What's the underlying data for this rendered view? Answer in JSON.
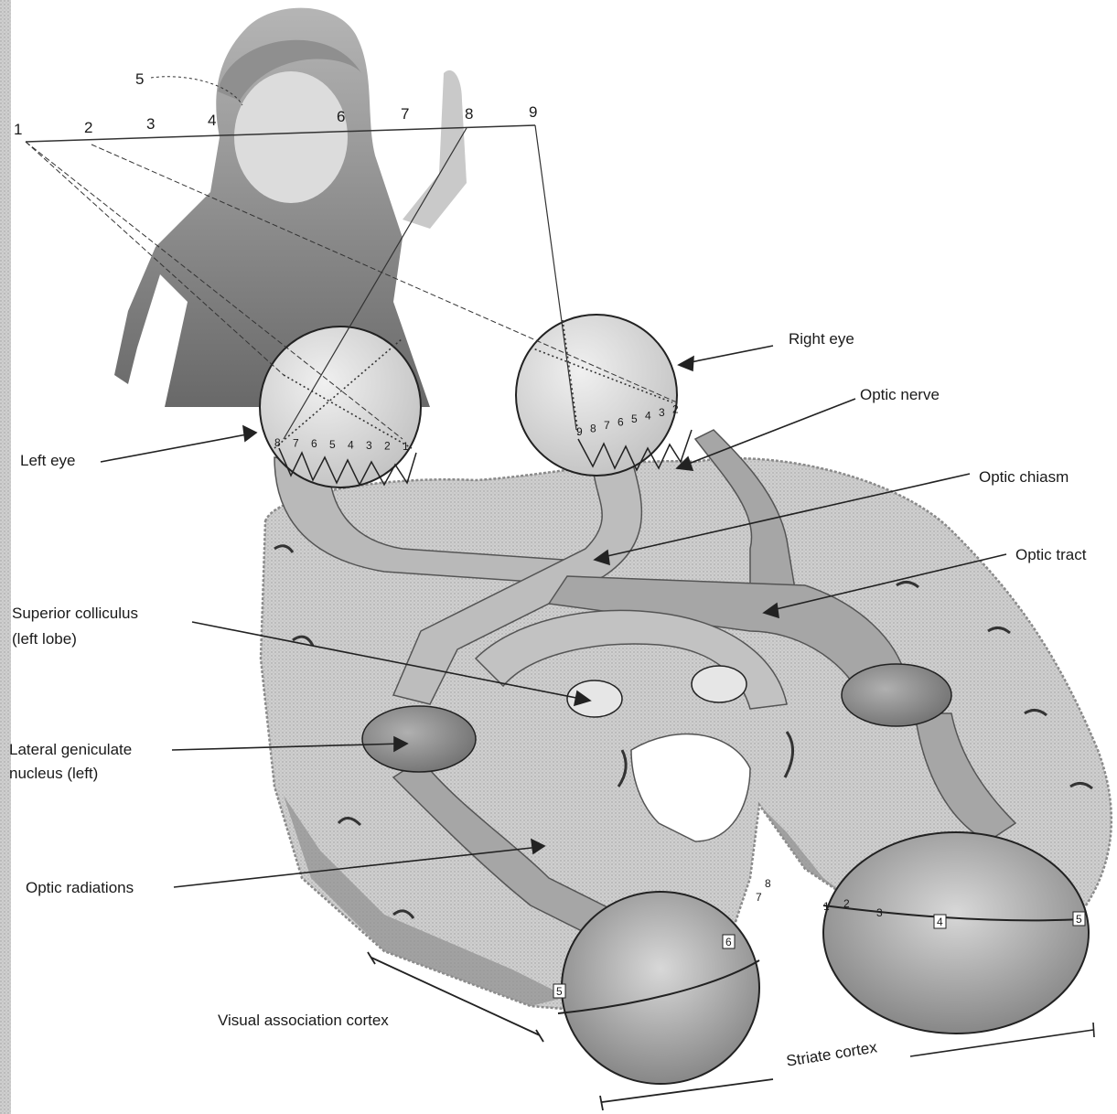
{
  "labels": {
    "right_eye": "Right eye",
    "optic_nerve": "Optic nerve",
    "optic_chiasm": "Optic chiasm",
    "optic_tract": "Optic tract",
    "left_eye": "Left eye",
    "superior_colliculus_line1": "Superior colliculus",
    "superior_colliculus_line2": "(left lobe)",
    "lgn_line1": "Lateral geniculate",
    "lgn_line2": "nucleus (left)",
    "optic_radiations": "Optic radiations",
    "visual_association_cortex": "Visual association cortex",
    "striate_cortex": "Striate cortex"
  },
  "field_points": {
    "p1": "1",
    "p2": "2",
    "p3": "3",
    "p4": "4",
    "p5": "5",
    "p6": "6",
    "p7": "7",
    "p8": "8",
    "p9": "9"
  },
  "left_retina_numbers": [
    "8",
    "7",
    "6",
    "5",
    "4",
    "3",
    "2",
    "1"
  ],
  "right_retina_numbers": [
    "9",
    "8",
    "7",
    "6",
    "5",
    "4",
    "3",
    "2"
  ],
  "left_cortex_numbers": {
    "n5": "5",
    "n6": "6",
    "n7": "7",
    "n8": "8"
  },
  "right_cortex_numbers": {
    "n1": "1",
    "n2": "2",
    "n3": "3",
    "n4": "4",
    "n5": "5"
  },
  "colors": {
    "brain_fill": "#d6d6d6",
    "brain_edge": "#9a9a9a",
    "pathway_fill": "#a9a9a9",
    "eye_fill": "#e2e2e2",
    "nucleus_fill": "#8c8c8c",
    "outline": "#222222"
  }
}
